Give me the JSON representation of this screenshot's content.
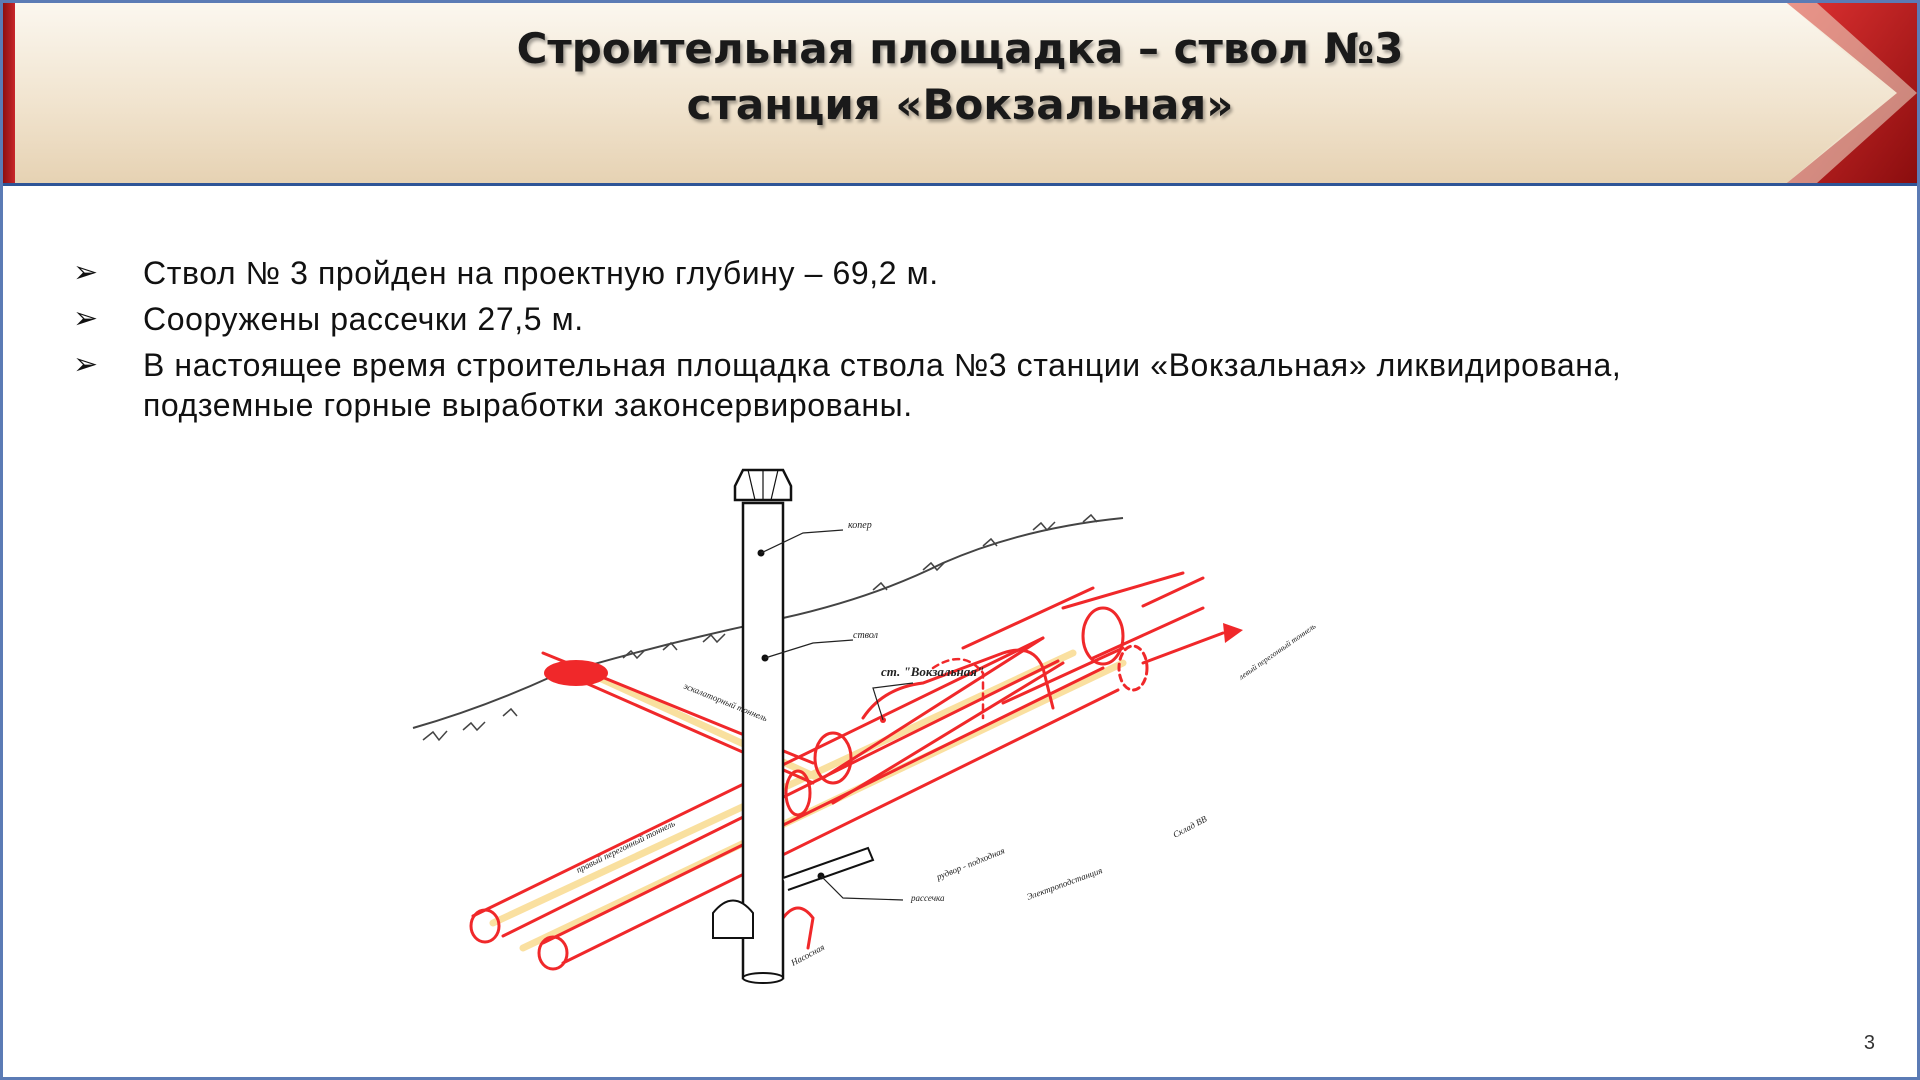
{
  "title": {
    "line1": "Строительная площадка – ствол №3",
    "line2": "станция «Вокзальная»"
  },
  "bullets": [
    "Ствол № 3 пройден на проектную глубину – 69,2 м.",
    "Сооружены рассечки 27,5 м.",
    "В настоящее время строительная площадка ствола №3 станции «Вокзальная» ликвидирована, подземные горные выработки законсервированы."
  ],
  "diagram": {
    "labels": {
      "kopyor": "копер",
      "stvol": "ствол",
      "station": "ст. \"Вокзальная\"",
      "escalator": "эскалаторный тоннель",
      "right_tunnel": "правый перегонный тоннель",
      "left_tunnel": "левый перегонный тоннель",
      "rudvor": "рудвор - подходная",
      "rassechka": "рассечка",
      "electro": "Электроподстанция",
      "sklad": "Склад ВВ",
      "nasosnaya": "Насосная"
    },
    "colors": {
      "tunnel": "#f0282a",
      "tunnel_glow": "#f5c242",
      "ground": "#444444",
      "shaft": "#111111"
    }
  },
  "page_number": "3"
}
